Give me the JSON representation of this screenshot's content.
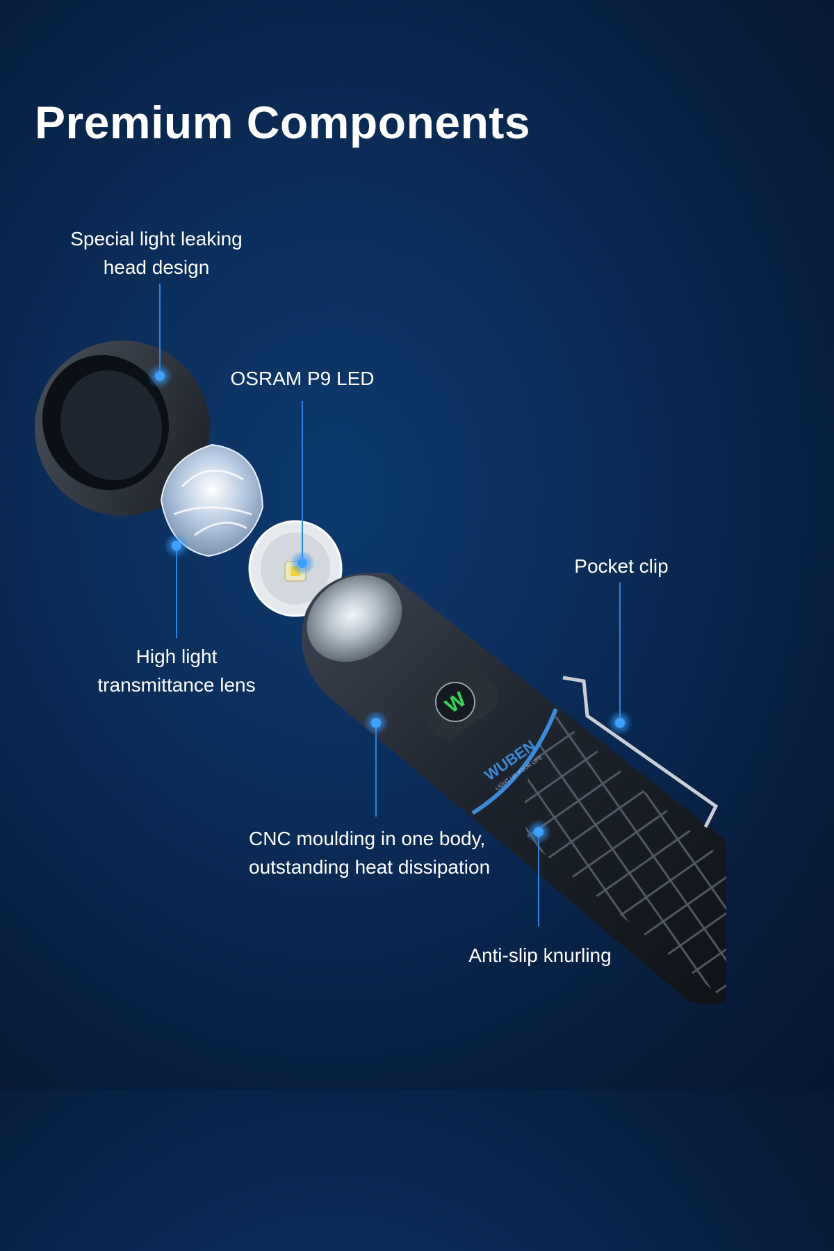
{
  "heading": "Premium Components",
  "callouts": {
    "head": {
      "line1": "Special light leaking",
      "line2": "head design"
    },
    "led": {
      "line1": "OSRAM P9 LED"
    },
    "clip": {
      "line1": "Pocket clip"
    },
    "lens": {
      "line1": "High light",
      "line2": "transmittance lens"
    },
    "cnc": {
      "line1": "CNC moulding in one body,",
      "line2": "outstanding heat dissipation"
    },
    "knurl": {
      "line1": "Anti-slip knurling"
    }
  },
  "brand": {
    "name": "WUBEN",
    "tagline": "LIGHT UP YOUR LIFE",
    "logo_letter": "W"
  },
  "colors": {
    "accent_line": "#2a86e0",
    "dot": "#3ea0ff",
    "background": "#0a2c57",
    "ring": "#3a8ad8",
    "logo_green": "#39d353"
  }
}
